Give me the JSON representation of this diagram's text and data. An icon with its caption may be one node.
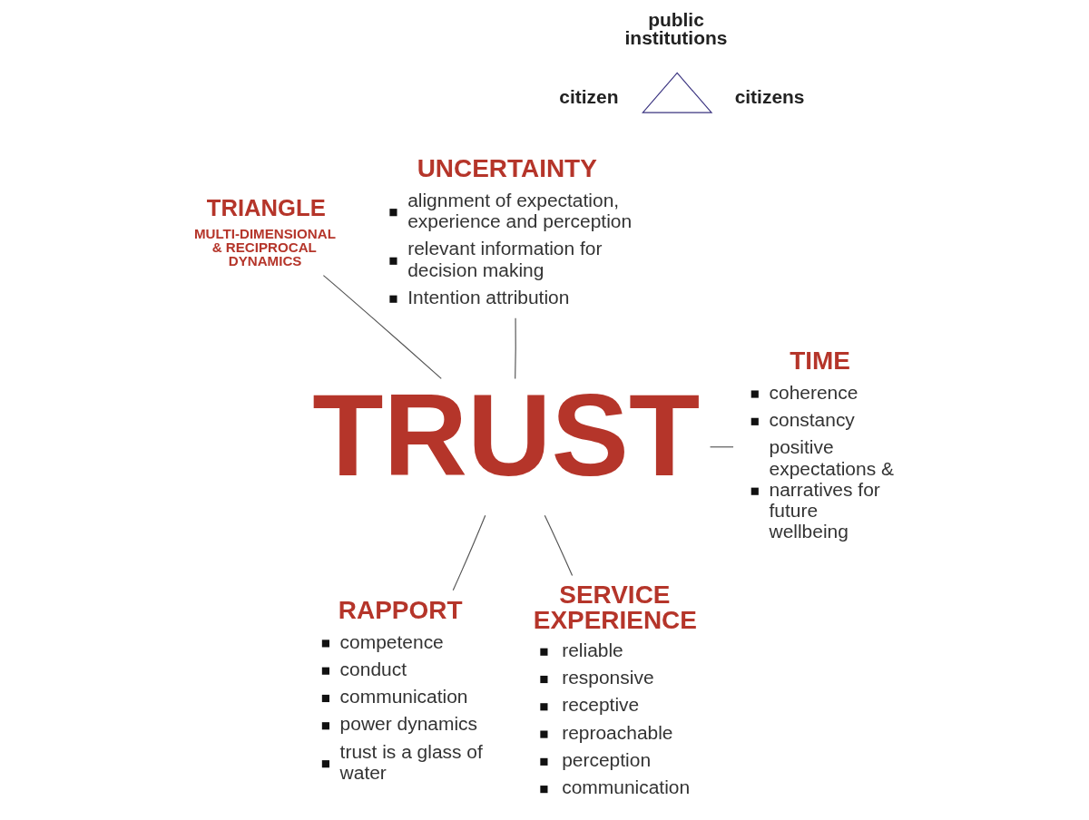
{
  "diagram": {
    "nodes": [
      {
        "text": [],
        "shape": "triangle",
        "beside": [
          "public institutions",
          "citizen",
          "citizens"
        ]
      },
      {
        "text": [
          "TRIANGLE",
          "MULTI-DIMENSIONAL & RECIPROCAL DYNAMICS"
        ]
      },
      {
        "text": [
          "UNCERTAINTY",
          "alignment of expectation, experience and perception",
          "relevant information for decision making",
          "Intention attribution"
        ]
      },
      {
        "text": [
          "TRUST"
        ]
      },
      {
        "text": [
          "TIME",
          "coherence",
          "constancy",
          "positive expectations & narratives for future wellbeing"
        ]
      },
      {
        "text": [
          "RAPPORT",
          "competence",
          "conduct",
          "communication",
          "power dynamics",
          "trust is a glass of water"
        ]
      },
      {
        "text": [
          "SERVICE EXPERIENCE",
          "reliable",
          "responsive",
          "receptive",
          "reproachable",
          "perception",
          "communication"
        ]
      }
    ],
    "edges": [
      {
        "from": 3,
        "to": 1,
        "arrow": "none"
      },
      {
        "from": 3,
        "to": 2,
        "arrow": "none"
      },
      {
        "from": 3,
        "to": 4,
        "arrow": "none"
      },
      {
        "from": 3,
        "to": 5,
        "arrow": "none"
      },
      {
        "from": 3,
        "to": 6,
        "arrow": "none"
      }
    ]
  }
}
